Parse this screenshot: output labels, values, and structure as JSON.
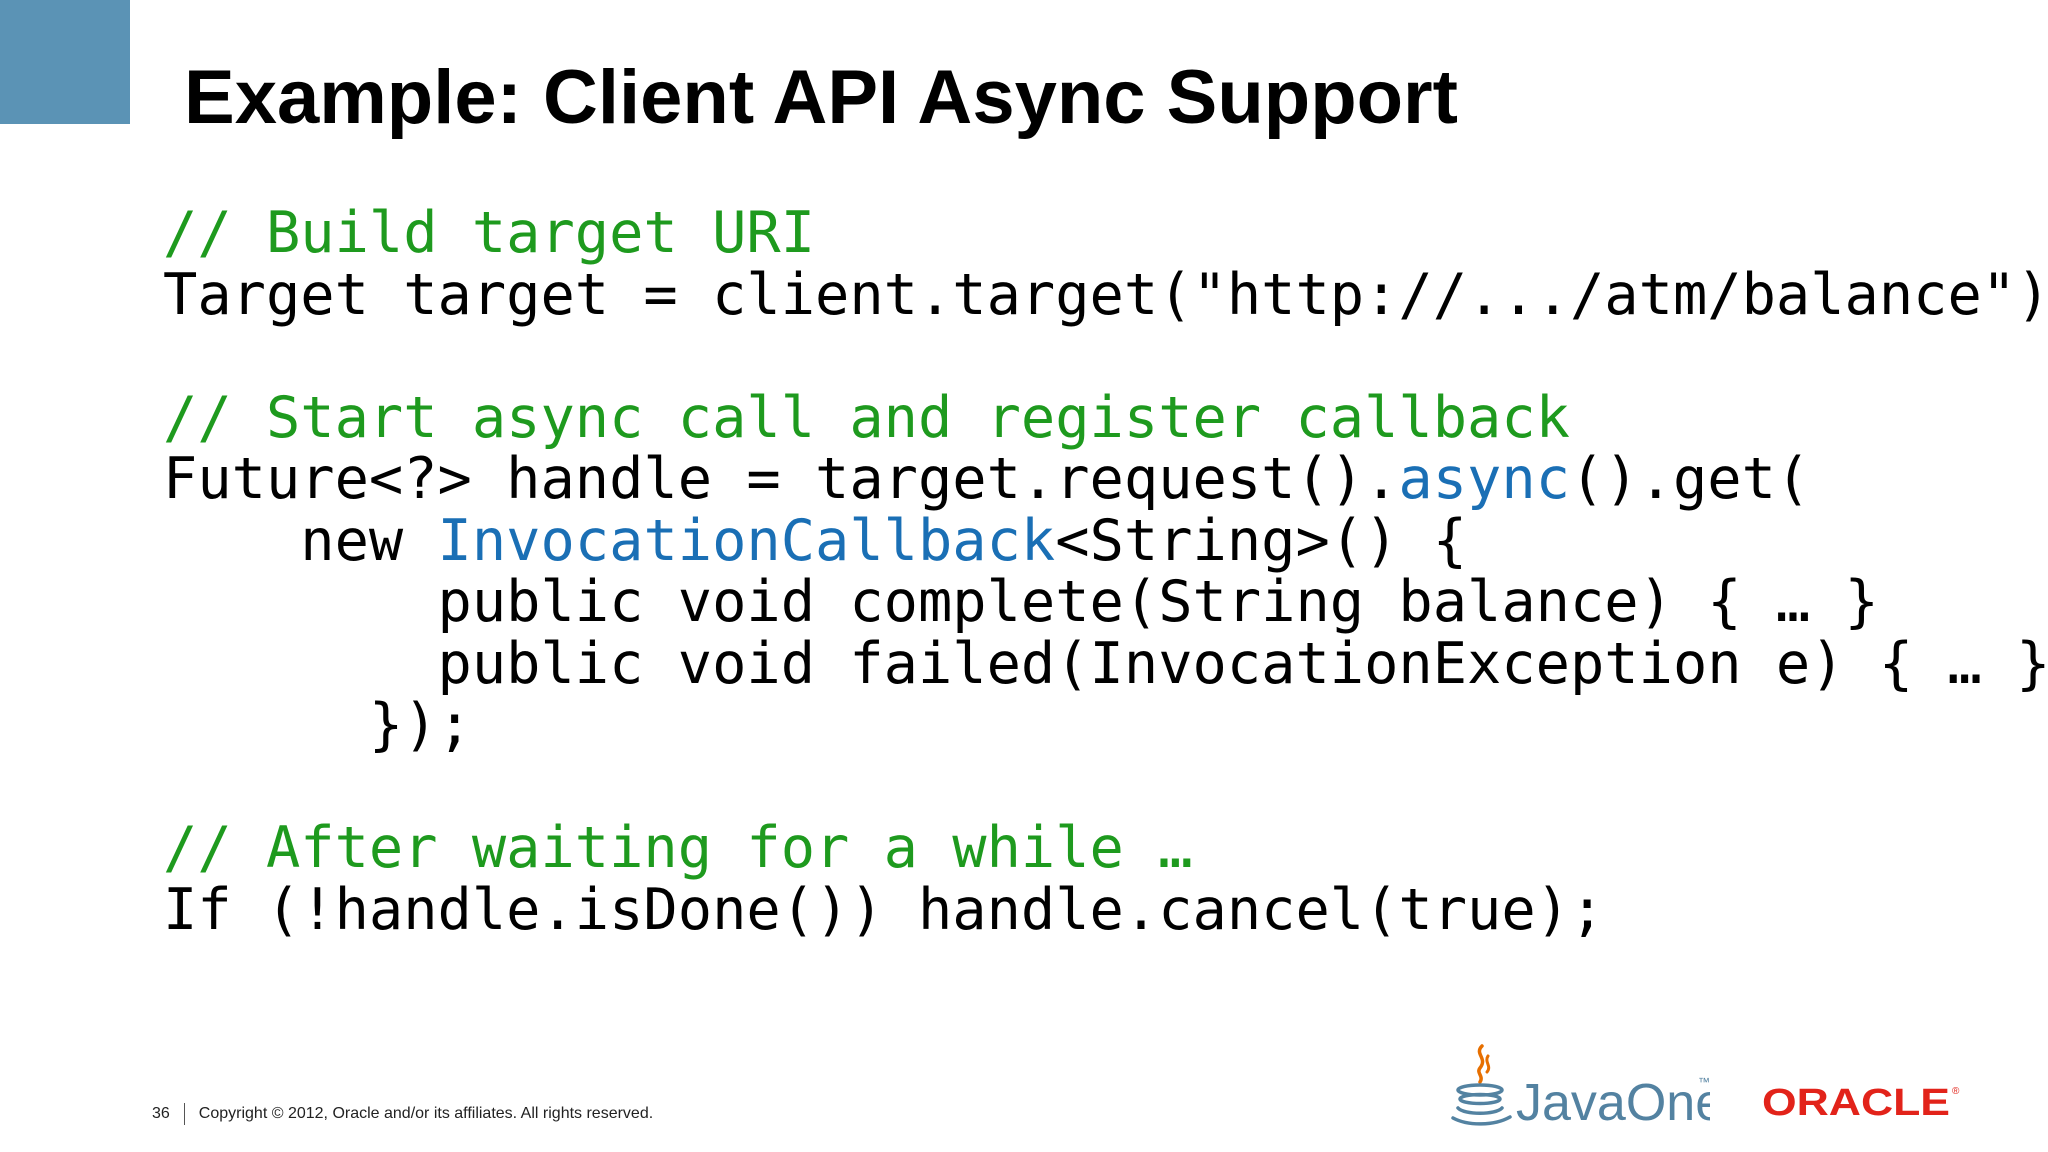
{
  "slide": {
    "title": "Example: Client API Async Support",
    "accent_color": "#5b93b5"
  },
  "code": {
    "lines": [
      [
        {
          "t": "// Build target URI",
          "c": "comment"
        }
      ],
      [
        {
          "t": "Target target = client.target(\"http://.../atm/balance\")…",
          "c": "plain"
        }
      ],
      [],
      [
        {
          "t": "// Start async call and register callback",
          "c": "comment"
        }
      ],
      [
        {
          "t": "Future<?> handle = target.request().",
          "c": "plain"
        },
        {
          "t": "async",
          "c": "kw-blue"
        },
        {
          "t": "().get(",
          "c": "plain"
        }
      ],
      [
        {
          "t": "    new ",
          "c": "plain"
        },
        {
          "t": "InvocationCallback",
          "c": "kw-blue"
        },
        {
          "t": "<String>() {",
          "c": "plain"
        }
      ],
      [
        {
          "t": "        public void complete(String balance) { … }",
          "c": "plain"
        }
      ],
      [
        {
          "t": "        public void failed(InvocationException e) { … }",
          "c": "plain"
        }
      ],
      [
        {
          "t": "      });",
          "c": "plain"
        }
      ],
      [],
      [
        {
          "t": "// After waiting for a while …",
          "c": "comment"
        }
      ],
      [
        {
          "t": "If (!handle.isDone()) handle.cancel(true);",
          "c": "plain"
        }
      ]
    ],
    "comment_color": "#1e9a1e",
    "keyword_color": "#1a6fb5"
  },
  "footer": {
    "page_number": "36",
    "copyright": "Copyright © 2012, Oracle and/or its affiliates. All rights reserved."
  },
  "logos": {
    "javaone": "JavaOne",
    "javaone_tm": "™",
    "oracle": "ORACLE",
    "oracle_reg": "®",
    "java_cup_icon": "java-cup-icon"
  }
}
